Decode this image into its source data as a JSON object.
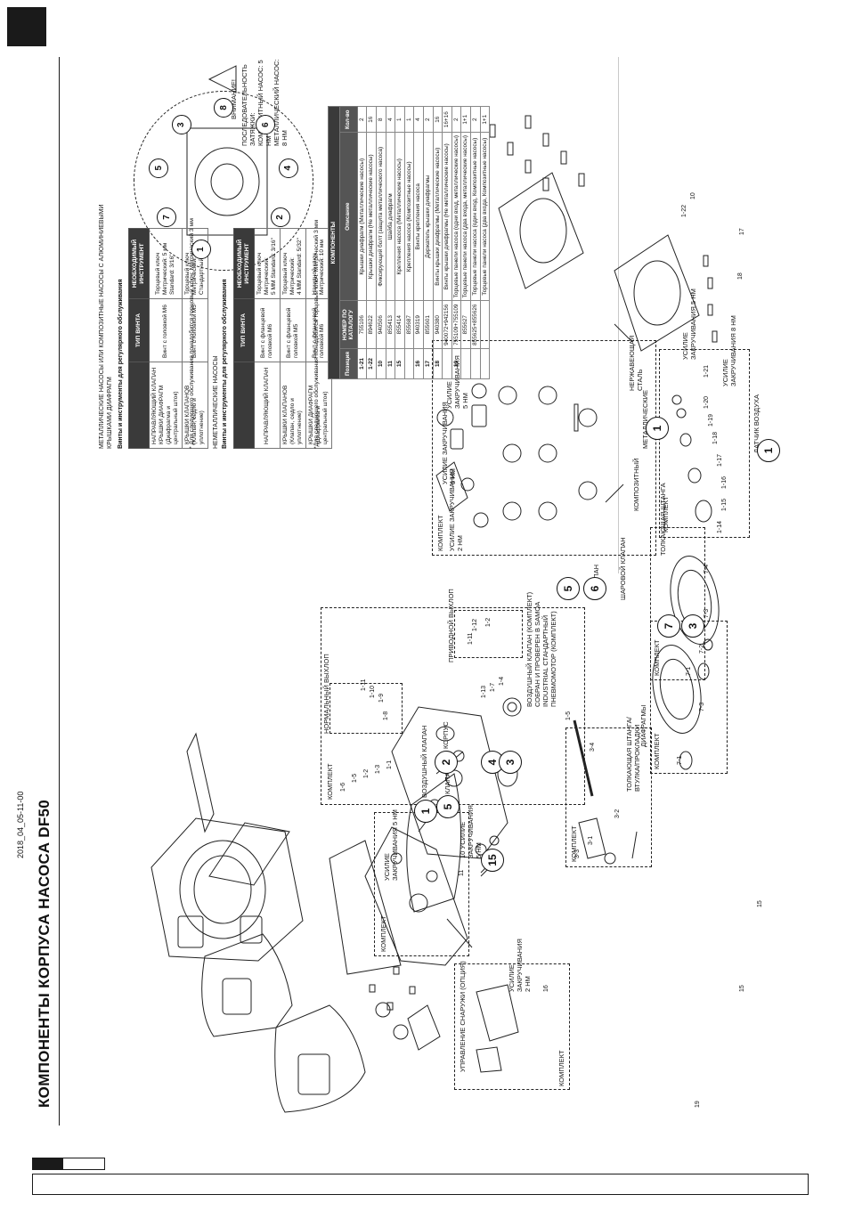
{
  "title": "КОМПОНЕНТЫ КОРПУСА НАСОСА DF50",
  "doc_date": "2018_04_05-11-00",
  "kits": {
    "external_control": {
      "kit": "КОМПЛЕКТ",
      "caption": "УПРАВЛЕНИЕ СНАРУЖИ (ОПЦИЯ)"
    },
    "air_valve_kit": {
      "kit": "КОМПЛЕКТ",
      "torque": "УСИЛИЕ\nЗАКРУЧИВАНИЯ 5 НМ"
    },
    "exhaust": {
      "kit": "КОМПЛЕКТ",
      "normal": "НОРМАЛЬНЫЙ ВЫХЛОП",
      "drive": "ПРИВОДНОЙ ВЫХЛОП",
      "note": "ВОЗДУШНЫЙ КЛАПАН (КОМПЛЕКТ)\nСОБРАН И ПРОВЕРЕН В SAMOA\nINDUSTRIAL СТАНДАРТНЫЙ\nПНЕВМОМОТОР (КОМПЛЕКТ)",
      "note_ref": "1-5"
    },
    "valves": {
      "kit": "КОМПЛЕКТ",
      "torque_2": "УСИЛИЕ ЗАКРУЧИВАНИЯ\n2 НМ",
      "torque_5a": "УСИЛИЕ ЗАКРУЧИВАНИЯ\n5 НМ",
      "torque_5b": "УСИЛИЕ\nЗАКРУЧИВАНИЯ\n5 НМ",
      "composite": "КОМПОЗИТНЫЙ",
      "metallic": "МЕТАЛЛИЧЕСКИЕ",
      "stainless": "НЕРЖАВЕЮЩАЯ\nСТАЛЬ",
      "valve": "КЛАПАН",
      "ball_valve": "ШАРОВОЙ КЛАПАН"
    },
    "pushrod": {
      "kit": "КОМПЛЕКТ",
      "caption": "ТОЛКАЮЩАЯ ШТАНГА/\nВТУЛКА/ПРОКЛАДКИ"
    },
    "diaphragm_left": {
      "kit": "КОМПЛЕКТ",
      "caption": "ДИАФРАГМЫ"
    },
    "diaphragm_right": {
      "kit": "КОМПЛЕКТ"
    },
    "sensor": {
      "kit": "КОМПЛЕКТ",
      "caption": "ТОЛКАЮЩАЯ ШТАНГА",
      "sensor_label": "ДАТЧИК ВОЗДУХА"
    }
  },
  "callouts": {
    "air_valve": "ВОЗДУШНЫЙ КЛАПАН",
    "valve": "КЛАПАН",
    "body": "КОРПУС",
    "torque_bolts": "10 УСИЛИЕ\nЗАКРУЧИВАНИЯ\n5 НМ",
    "torque_16": "УСИЛИЕ\nЗАКРУЧИВАНИЯ\n2 НМ",
    "torque_cover": "УСИЛИЕ\nЗАКРУЧИВАНИЯ 8 НМ",
    "torque_cover5": "УСИЛИЕ\nЗАКРУЧИВАНИЯ 5 НМ"
  },
  "warning": {
    "head": "ВНИМАНИЕ!",
    "text": "ПОСЛЕДОВАТЕЛЬНОСТЬ ЗАТЯЖКИ:\nКОМПОЗИТНЫЙ НАСОС: 5 НМ\nМЕТАЛЛИЧЕСКИЙ НАСОС: 8 НМ",
    "sequence": [
      "1",
      "2",
      "3",
      "4",
      "5",
      "6",
      "7",
      "8"
    ]
  },
  "table_metal": {
    "caption": "МЕТАЛЛИЧЕСКИЕ НАСОСЫ ИЛИ КОМПОЗИТНЫЕ НАСОСЫ С АЛЮМИНИЕВЫМИ\nКРЫШКАМИ ДИАФРАГМ",
    "subcaption": "Винты и инструменты для регулярного обслуживания",
    "headers": [
      "",
      "ТИП ВИНТА",
      "НЕОБХОДИМЫЙ\nИНСТРУМЕНТ"
    ],
    "rows": [
      [
        "НАПРАВЛЯЮЩИЙ КЛАПАН\nКРЫШКИ ДИАФРАГМ\n(Диафрагма и\nцентральный шток)",
        "Винт с головкой М6",
        "Торцевый ключ\nМетрический: 5 мм\nStandard: 3/16\""
      ],
      [
        "КРЫШКИ КЛАПАНОВ\n(Клапан, седло и\nуплотнение)",
        "Винт с головкой М5",
        "Торцевый ключ\nМетрический: 4 мм\nСтандартный: 5/32\""
      ]
    ],
    "note": "* Для следующего обслуживания понадобится торцовый ключ: Метрический 3 мм"
  },
  "table_nonmetal": {
    "caption": "НЕМЕТАЛЛИЧЕСКИЕ НАСОСЫ",
    "subcaption": "Винты и инструменты для регулярного обслуживания",
    "headers": [
      "",
      "ТИП ВИНТА",
      "НЕОБХОДИМЫЙ\nИНСТРУМЕНТ"
    ],
    "rows": [
      [
        "НАПРАВЛЯЮЩИЙ КЛАПАН",
        "Винт с фланцевой\nголовкой М6",
        "Торцевый ключ\nМетрический:\n5 ММ Standard: 3/16\""
      ],
      [
        "КРЫШКИ КЛАПАНОВ\n(Клапан, седло и\nуплотнение)",
        "Винт с фланцевой\nголовкой М5",
        "Торцевый ключ\nМетрический:\n4 ММ Standard: 5/32\""
      ],
      [
        "КРЫШКИ ДИАФРАГМ\n(Диафрагма и\nцентральный шток)",
        "Винт с фланцевой\nголовкой М6",
        "Накидной ключ\nМетрический: 10 мм"
      ]
    ],
    "note": "*Для следующего обслуживания понадобится торцовый ключ: Метрический 3 мм"
  },
  "components": {
    "title": "КОМПОНЕНТЫ",
    "headers": [
      "Позиция",
      "НОМЕР ПО\nКАТАЛОГУ",
      "Описание",
      "Кол-во"
    ],
    "rows": [
      [
        "1-21",
        "755106",
        "Крышки диафрагм (Металлические насосы)",
        "2"
      ],
      [
        "1-22",
        "894622",
        "Крышки диафрагм (Не металлические насосы)",
        "16"
      ],
      [
        "10",
        "940506",
        "Фиксирующий болт (защита металлического насоса)",
        "8"
      ],
      [
        "11",
        "855413",
        "Шайба диафрагм",
        "4"
      ],
      [
        "15",
        "855414",
        "Крепления насоса (Металлические насосы)",
        "1"
      ],
      [
        "",
        "855687",
        "Крепления насоса (Композитные насосы)",
        "1"
      ],
      [
        "16",
        "940319",
        "Винты крепления насоса",
        "4"
      ],
      [
        "17",
        "855601",
        "Держатель крышки диафрагмы",
        "2"
      ],
      [
        "18",
        "940380",
        "Винты крышки диафрагмы (Металлические насосы)",
        "16"
      ],
      [
        "",
        "940072+942156",
        "Винты крышки диафрагмы (Не металлические насосы)",
        "16+16"
      ],
      [
        "19",
        "755109+755109",
        "Торцевые панели насоса (одни вход, металлические насосы)",
        "2"
      ],
      [
        "",
        "855627",
        "Торцевые панели насоса (два входа, металлические насосы)",
        "1+1"
      ],
      [
        "",
        "855625+855626",
        "Торцевые панели насоса (один вход, Композитные насосы)",
        "2"
      ],
      [
        "",
        "",
        "Торцевые панели насоса (два входа, Композитные насосы)",
        "1+1"
      ]
    ]
  }
}
